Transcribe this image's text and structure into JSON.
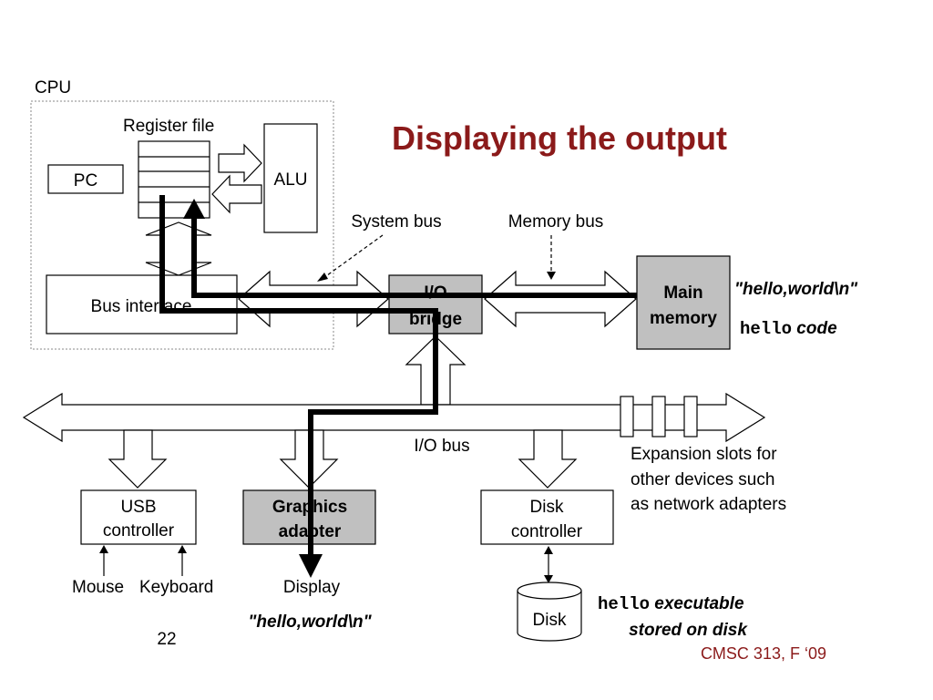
{
  "title": "Displaying the output",
  "cpu": {
    "label": "CPU",
    "register_file": "Register file",
    "pc": "PC",
    "alu": "ALU",
    "bus_interface": "Bus interface"
  },
  "buses": {
    "system_bus": "System bus",
    "memory_bus": "Memory bus",
    "io_bus": "I/O bus"
  },
  "io_bridge": {
    "line1": "I/O",
    "line2": "bridge"
  },
  "main_memory": {
    "line1": "Main",
    "line2": "memory"
  },
  "memory_contents": {
    "string": "\"hello,world\\n\"",
    "code_mono": "hello",
    "code_word": " code"
  },
  "devices": {
    "usb": {
      "line1": "USB",
      "line2": "controller"
    },
    "graphics": {
      "line1": "Graphics",
      "line2": "adapter"
    },
    "disk_ctrl": {
      "line1": "Disk",
      "line2": "controller"
    },
    "mouse": "Mouse",
    "keyboard": "Keyboard",
    "display": "Display",
    "display_output": "\"hello,world\\n\"",
    "disk": "Disk"
  },
  "expansion": {
    "line1": "Expansion slots for",
    "line2": "other devices such",
    "line3": "as network adapters"
  },
  "disk_note": {
    "mono": "hello",
    "word1": " executable",
    "line2": "stored on disk"
  },
  "footer": {
    "page_number": "22",
    "course": "CMSC 313, F ‘09"
  },
  "colors": {
    "title": "#8b1a1a",
    "gray_box": "#c0c0c0"
  }
}
